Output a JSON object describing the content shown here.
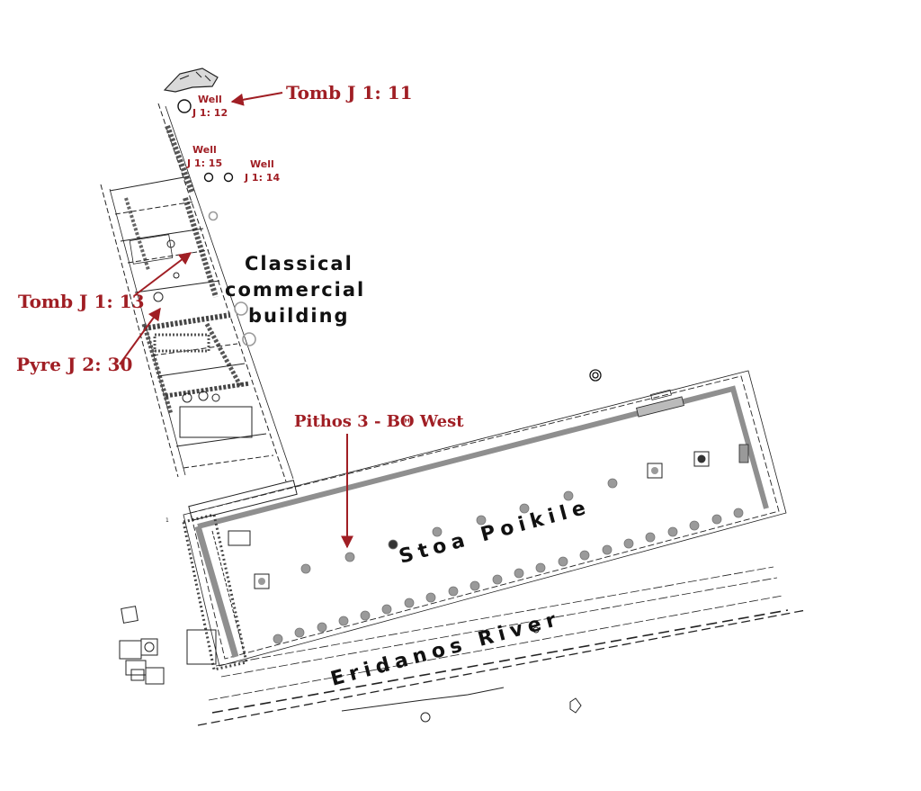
{
  "labels": {
    "tomb_j1_11": "Tomb J 1: 11",
    "well_j1_12_a": "Well",
    "well_j1_12_b": "J 1: 12",
    "well_j1_15_a": "Well",
    "well_j1_15_b": "J 1: 15",
    "well_j1_14_a": "Well",
    "well_j1_14_b": "J 1: 14",
    "classical_1": "Classical",
    "classical_2": "commercial",
    "classical_3": "building",
    "tomb_j1_13": "Tomb J 1: 13",
    "pyre_j2_30": "Pyre J 2: 30",
    "pithos": "Pithos 3 - ΒΘ West",
    "stoa": "Stoa Poikile",
    "river": "Eridanos River"
  },
  "colors": {
    "annotation_red": "#a01e24",
    "map_black": "#111111",
    "column_gray": "#9a9a9a",
    "wall_gray": "#8f8f8f"
  }
}
